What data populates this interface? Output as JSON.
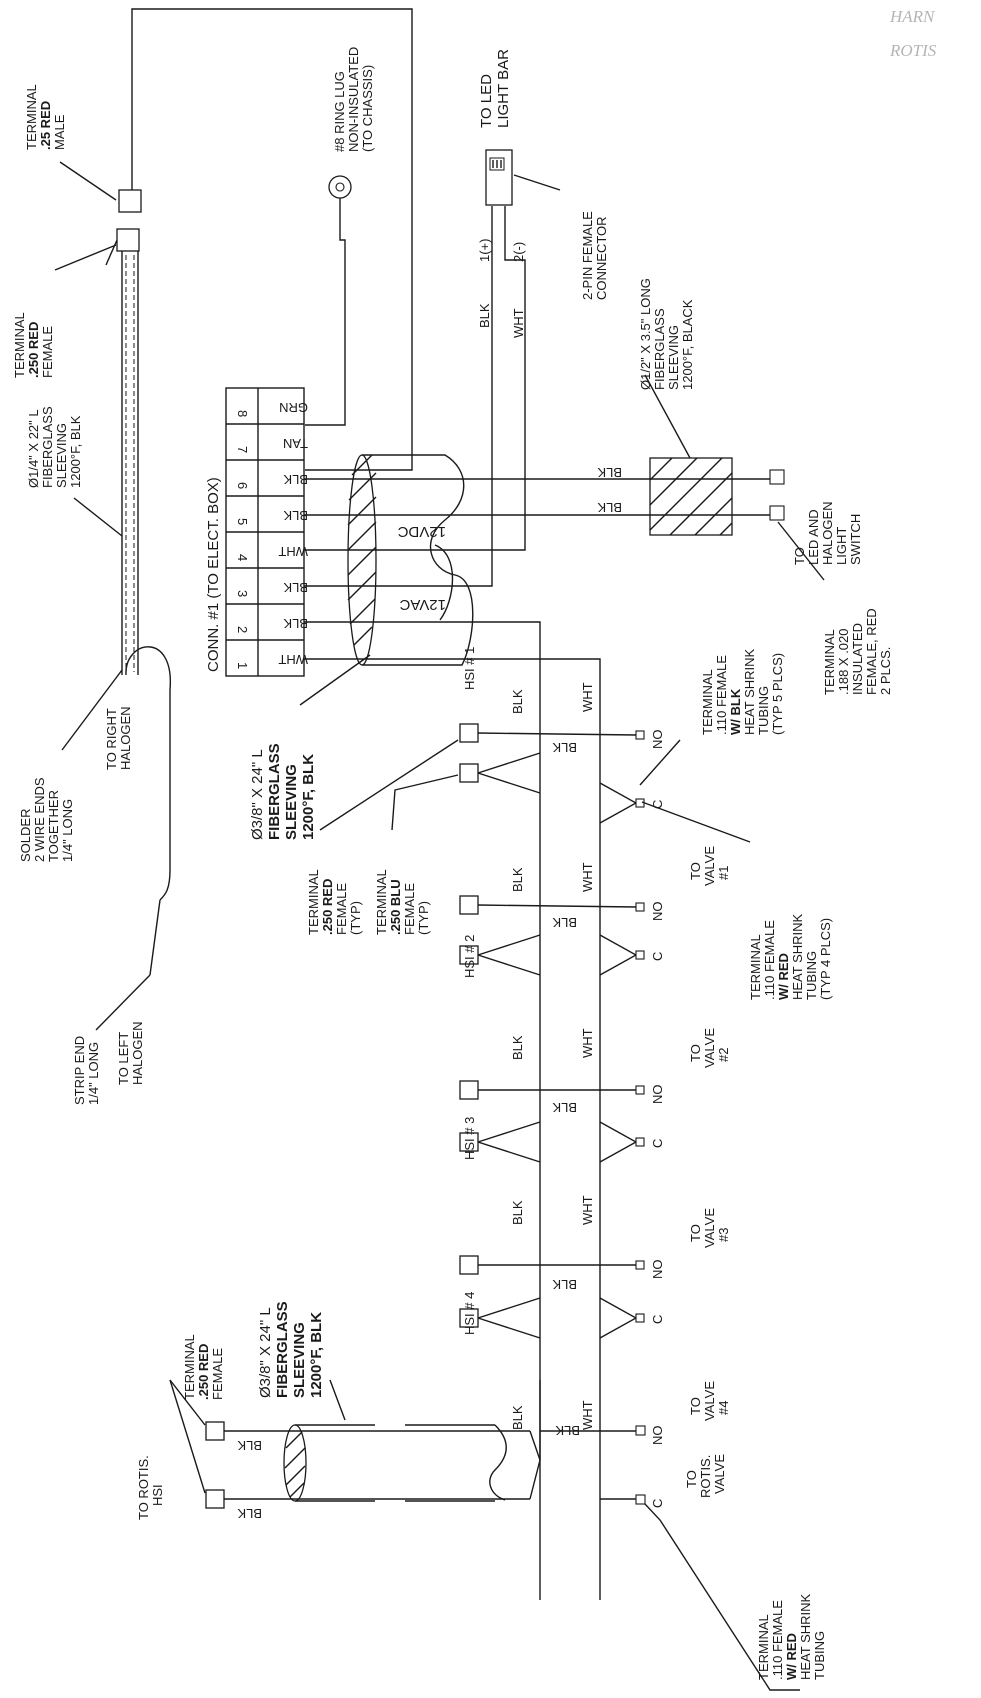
{
  "corner_title": [
    "HARN",
    "ROTIS"
  ],
  "connector": {
    "title": "CONN. #1 (TO ELECT. BOX)",
    "pins": [
      "1",
      "2",
      "3",
      "4",
      "5",
      "6",
      "7",
      "8"
    ],
    "wire_colors": [
      "WHT",
      "BLK",
      "BLK",
      "WHT",
      "BLK",
      "BLK",
      "TAN",
      "GRN"
    ]
  },
  "labels": {
    "v12ac": "12VAC",
    "v12dc": "12VDC",
    "blk": "BLK",
    "wht": "WHT",
    "pin1": "1(+)",
    "pin2": "2(-)",
    "no": "NO",
    "c": "C"
  },
  "led": {
    "title": [
      "TO LED",
      "LIGHT BAR"
    ],
    "connector": [
      "2-PIN FEMALE",
      "CONNECTOR"
    ]
  },
  "ring_lug": [
    "#8 RING LUG",
    "NON-INSULATED",
    "(TO CHASSIS)"
  ],
  "term_25_red_male": [
    "TERMINAL",
    ".25 RED",
    "MALE"
  ],
  "term_250_red_female_top": [
    "TERMINAL",
    ".250 RED",
    "FEMALE"
  ],
  "sleeving_quarter": [
    "Ø1/4\" X 22\" L",
    "FIBERGLASS",
    "SLEEVING",
    "1200°F, BLK"
  ],
  "solder": [
    "SOLDER",
    "2 WIRE ENDS",
    "TOGETHER",
    "1/4\" LONG"
  ],
  "to_right_halogen": [
    "TO RIGHT",
    "HALOGEN"
  ],
  "strip_end": [
    "STRIP END",
    "1/4\" LONG"
  ],
  "to_left_halogen": [
    "TO LEFT",
    "HALOGEN"
  ],
  "sleeving_half": [
    "Ø1/2\" X 3.5\" LONG",
    "FIBERGLASS",
    "SLEEVING",
    "1200°F, BLACK"
  ],
  "to_led_halogen_switch": [
    "TO",
    "LED AND",
    "HALOGEN",
    "LIGHT",
    "SWITCH"
  ],
  "term_188": [
    "TERMINAL",
    ".188 X .020",
    "INSULATED",
    "FEMALE, RED",
    "2 PLCS."
  ],
  "term_110_blk": [
    "TERMINAL",
    ".110 FEMALE",
    "W/ BLK",
    "HEAT SHRINK",
    "TUBING",
    "(TYP 5 PLCS)"
  ],
  "term_110_red_typ4": [
    "TERMINAL",
    ".110 FEMALE",
    "W/ RED",
    "HEAT SHRINK",
    "TUBING",
    "(TYP 4 PLCS)"
  ],
  "sleeving_3_8_top": [
    "Ø3/8\" X 24\" L",
    "FIBERGLASS",
    "SLEEVING",
    "1200°F, BLK"
  ],
  "term_250_red_typ": [
    "TERMINAL",
    ".250 RED",
    "FEMALE",
    "(TYP)"
  ],
  "term_250_blu_typ": [
    "TERMINAL",
    ".250 BLU",
    "FEMALE",
    "(TYP)"
  ],
  "hsi_labels": [
    "HSI # 1",
    "HSI # 2",
    "HSI # 3",
    "HSI # 4"
  ],
  "valve_labels": [
    [
      "TO",
      "VALVE",
      "#1"
    ],
    [
      "TO",
      "VALVE",
      "#2"
    ],
    [
      "TO",
      "VALVE",
      "#3"
    ],
    [
      "TO",
      "VALVE",
      "#4"
    ]
  ],
  "term_250_red_bottom": [
    "TERMINAL",
    ".250 RED",
    "FEMALE"
  ],
  "sleeving_3_8_bottom": [
    "Ø3/8\" X 24\" L",
    "FIBERGLASS",
    "SLEEVING",
    "1200°F, BLK"
  ],
  "to_rotis_hsi": [
    "TO ROTIS.",
    "HSI"
  ],
  "to_rotis_valve": [
    "TO",
    "ROTIS.",
    "VALVE"
  ],
  "term_110_red_bottom": [
    "TERMINAL",
    ".110 FEMALE",
    "W/ RED",
    "HEAT SHRINK",
    "TUBING"
  ]
}
